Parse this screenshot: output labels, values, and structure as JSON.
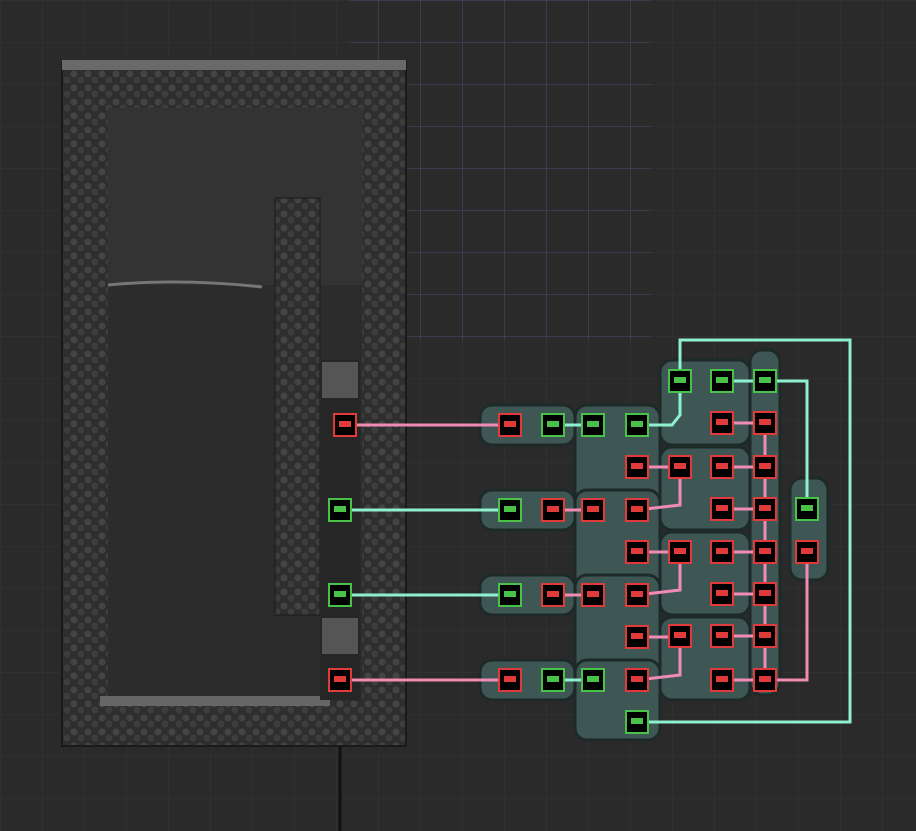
{
  "colors": {
    "background": "#2a2a2a",
    "grid": "#333333",
    "grid_highlight": "#4a4370",
    "signal_red": "#e03a3a",
    "signal_green": "#49c24a",
    "wire_red": "#f08cb4",
    "wire_green": "#8ff0d0",
    "gate_body": "#3f5754",
    "tank_wall": "#3a3a3a",
    "liquid": "#303030"
  },
  "sensor_ports": [
    "red",
    "green",
    "green",
    "red"
  ],
  "gate_ports": [
    "red",
    "green",
    "green",
    "green",
    "red",
    "green",
    "green",
    "red",
    "green",
    "red",
    "red",
    "red",
    "red",
    "red",
    "red",
    "green",
    "red",
    "red",
    "red",
    "red",
    "red",
    "red",
    "red",
    "green",
    "green",
    "red",
    "green",
    "red",
    "red",
    "red",
    "green",
    "red",
    "red",
    "red",
    "red",
    "red",
    "red",
    "red",
    "green",
    "red"
  ]
}
